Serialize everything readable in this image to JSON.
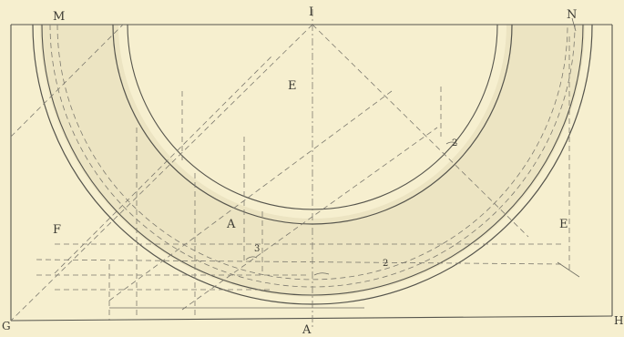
{
  "labels": {
    "M": "M",
    "I": "I",
    "N": "N",
    "E_top": "E",
    "A_mid": "A",
    "F": "F",
    "E_right": "E",
    "G": "G",
    "H": "H",
    "A_bottom": "A",
    "mark_2_right": "2",
    "mark_3": "3",
    "mark_2_bottom": "2"
  },
  "colors": {
    "paper": "#f6efcf",
    "shading": "#ece4c2",
    "ink": "#55544c"
  }
}
